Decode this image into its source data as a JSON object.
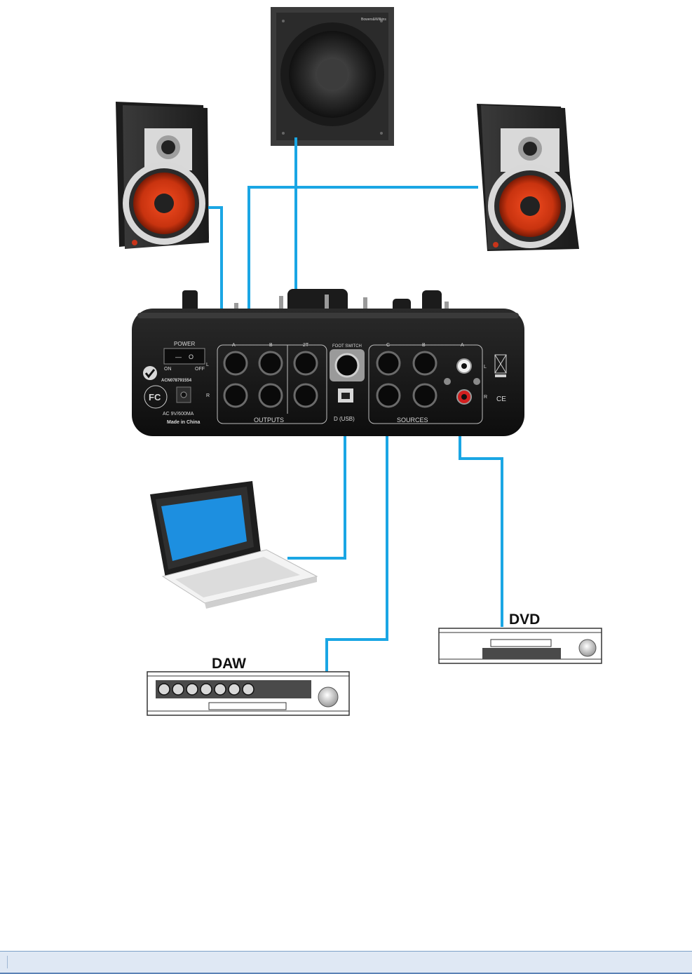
{
  "colors": {
    "cable": "#1aa6e4",
    "background": "#ffffff",
    "unit_body": "#161616"
  },
  "monitor_controller": {
    "power_label": "POWER",
    "on_label": "ON",
    "off_label": "OFF",
    "switch_on": "—",
    "switch_off": "O",
    "cert_code": "ACN078791554",
    "fcc_label": "FC",
    "power_spec": "AC 9V/600MA",
    "origin": "Made in China",
    "outputs_label": "OUTPUTS",
    "sources_label": "SOURCES",
    "footswitch_label": "FOOT SWITCH",
    "usb_label": "D (USB)",
    "outputs_cols": [
      "A",
      "B",
      "2T"
    ],
    "sources_cols": [
      "C",
      "B",
      "A"
    ],
    "left_l": "L",
    "left_r": "R",
    "right_l": "L",
    "right_r": "R",
    "ce_mark": "CE"
  },
  "devices": {
    "subwoofer_brand": "Bowers&Wilkins",
    "dvd_label": "DVD",
    "daw_label": "DAW"
  },
  "icons": [
    "subwoofer-icon",
    "left-monitor-speaker-icon",
    "right-monitor-speaker-icon",
    "laptop-icon",
    "dvd-player-icon",
    "daw-rack-unit-icon",
    "weee-bin-icon"
  ]
}
